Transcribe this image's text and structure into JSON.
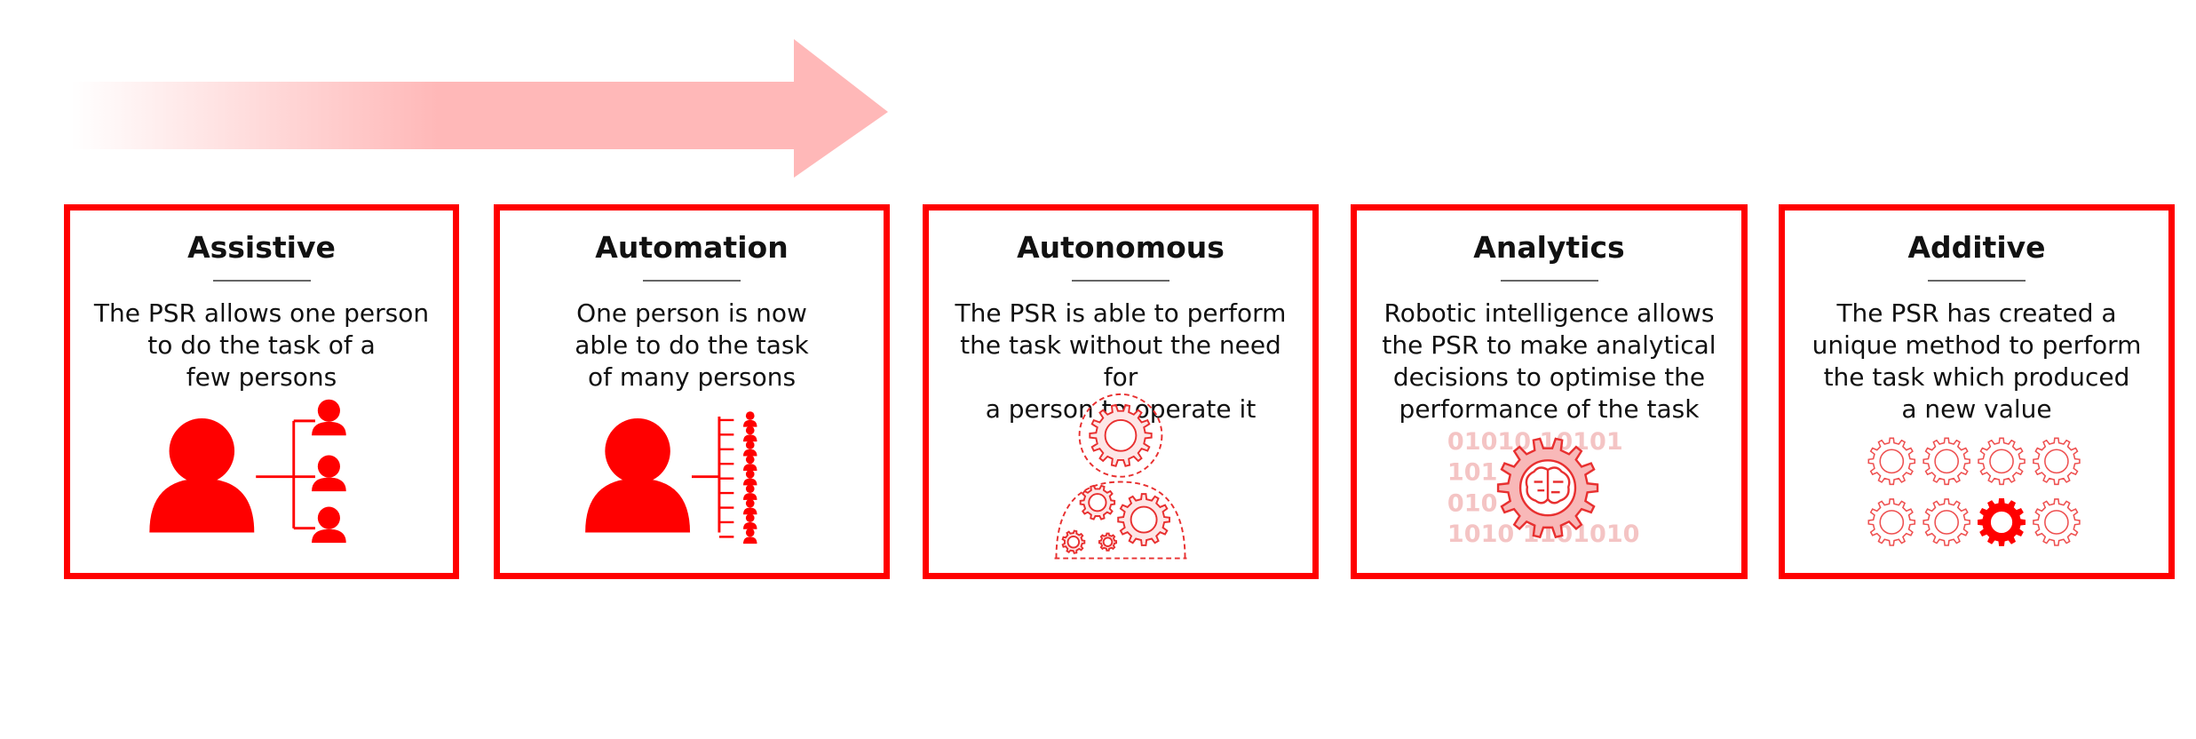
{
  "colors": {
    "accent": "#ff0000",
    "accent_light": "#ffb3b3",
    "text": "#111111"
  },
  "arrow": {
    "icon": "progression-arrow"
  },
  "cards": [
    {
      "title": "Assistive",
      "description": "The PSR allows one person\nto do the task of a\nfew  persons",
      "icon": "one-person-three-persons-icon"
    },
    {
      "title": "Automation",
      "description": "One person is now\nable to do the task\nof many persons",
      "icon": "one-person-many-persons-icon"
    },
    {
      "title": "Autonomous",
      "description": "The PSR is able to perform\nthe task without the need for\na person to operate it",
      "icon": "gear-person-icon"
    },
    {
      "title": "Analytics",
      "description": "Robotic intelligence allows\nthe PSR to make analytical\ndecisions to optimise the\nperformance of the task",
      "icon": "brain-gear-icon",
      "binary": [
        "01010 10101",
        "101  1010",
        "010  0101",
        "1010 1101010"
      ]
    },
    {
      "title": "Additive",
      "description": "The PSR has created a\nunique method to perform\nthe task which produced\na new value",
      "icon": "gear-grid-icon"
    }
  ]
}
